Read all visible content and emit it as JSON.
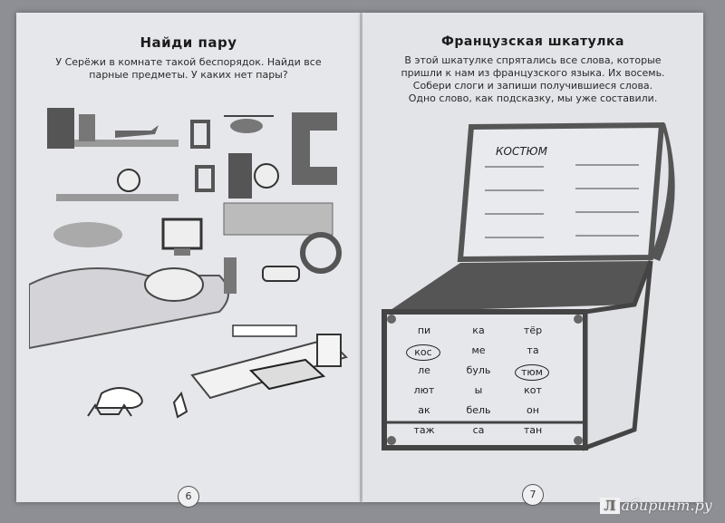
{
  "left_page": {
    "title": "Найди пару",
    "text_line1": "У Серёжи в комнате такой беспорядок. Найди все",
    "text_line2": "парные предметы. У каких нет пары?",
    "page_number": "6"
  },
  "right_page": {
    "title": "Французская шкатулка",
    "text_line1": "В этой шкатулке спрятались все слова, которые",
    "text_line2": "пришли к нам из французского языка. Их восемь.",
    "text_line3": "Собери слоги и запиши получившиеся слова.",
    "text_line4": "Одно слово, как подсказку, мы уже составили.",
    "example_word": "КОСТЮМ",
    "page_number": "7",
    "syllables": [
      [
        "пи",
        "ка",
        "тёр"
      ],
      [
        "кос",
        "ме",
        "та"
      ],
      [
        "ле",
        "буль",
        "тюм"
      ],
      [
        "лют",
        "ы",
        "кот"
      ],
      [
        "ак",
        "бель",
        "он"
      ],
      [
        "таж",
        "са",
        "тан"
      ]
    ],
    "circled": [
      "кос",
      "тюм"
    ]
  },
  "watermark": {
    "badge": "Л",
    "text": "абиринт.ру"
  }
}
